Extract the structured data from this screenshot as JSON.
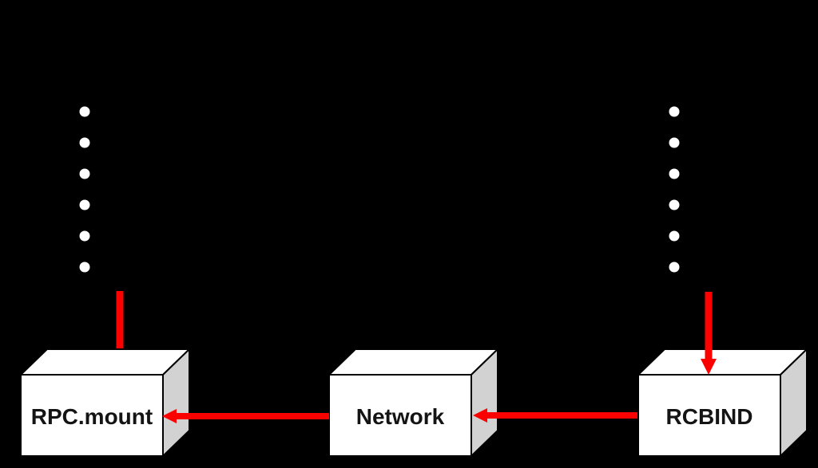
{
  "diagram": {
    "background": "#000000",
    "colors": {
      "arrow": "#fb0200",
      "box_face": "#ffffff",
      "box_side": "#d2d2d2",
      "box_border": "#000000",
      "dot": "#ffffff",
      "label_text": "#141414"
    },
    "nodes": [
      {
        "id": "rpc-mount",
        "label": "RPC.mount"
      },
      {
        "id": "network",
        "label": "Network"
      },
      {
        "id": "rcbind",
        "label": "RCBIND"
      }
    ],
    "dot_columns": {
      "left_count": "6",
      "right_count": "6"
    },
    "connectors": [
      {
        "id": "client-line-to-rpcmount",
        "type": "line",
        "direction": "down-into-rpc-mount"
      },
      {
        "id": "arrow-down-into-rcbind",
        "type": "arrow",
        "direction": "down-into-rcbind"
      },
      {
        "id": "arrow-network-to-rpcmount",
        "type": "arrow",
        "direction": "left"
      },
      {
        "id": "arrow-rcbind-to-network",
        "type": "arrow",
        "direction": "left"
      }
    ]
  }
}
